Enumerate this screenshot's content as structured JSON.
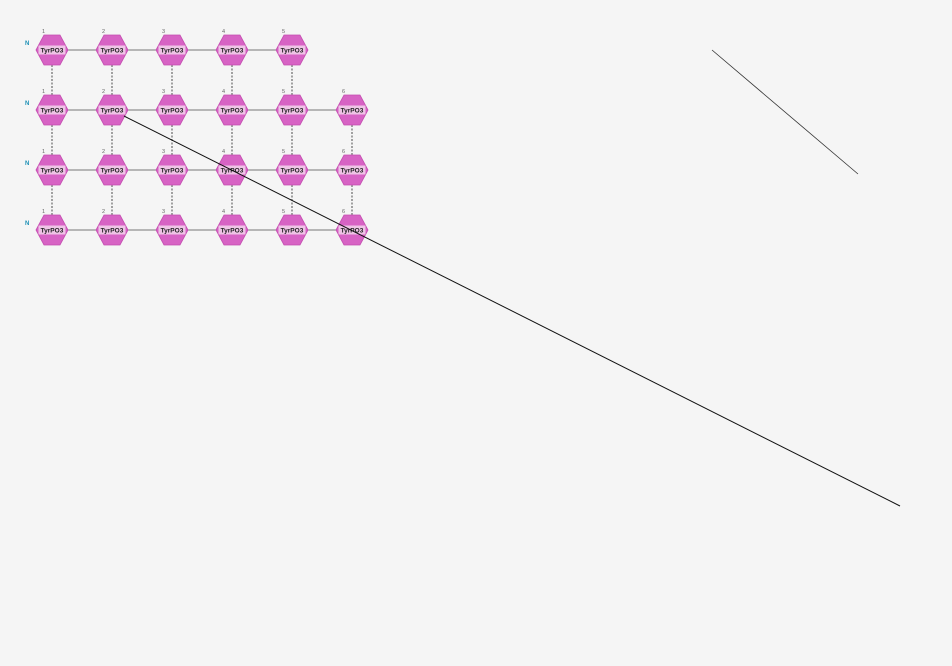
{
  "diagram": {
    "colors": {
      "background": "#f5f5f5",
      "hex_fill": "#d763c4",
      "hex_stroke": "#c44db0",
      "label_band": "#efc3e6",
      "bond_line": "#777777",
      "link_dashed": "#222222",
      "terminus_label": "#1a8fb5"
    },
    "chains": [
      {
        "terminus_label": "N",
        "residues": [
          {
            "index": "1",
            "label": "TyrPO3"
          },
          {
            "index": "2",
            "label": "TyrPO3"
          },
          {
            "index": "3",
            "label": "TyrPO3"
          },
          {
            "index": "4",
            "label": "TyrPO3"
          },
          {
            "index": "5",
            "label": "TyrPO3"
          }
        ]
      },
      {
        "terminus_label": "N",
        "residues": [
          {
            "index": "1",
            "label": "TyrPO3"
          },
          {
            "index": "2",
            "label": "TyrPO3"
          },
          {
            "index": "3",
            "label": "TyrPO3"
          },
          {
            "index": "4",
            "label": "TyrPO3"
          },
          {
            "index": "5",
            "label": "TyrPO3"
          },
          {
            "index": "6",
            "label": "TyrPO3"
          }
        ]
      },
      {
        "terminus_label": "N",
        "residues": [
          {
            "index": "1",
            "label": "TyrPO3"
          },
          {
            "index": "2",
            "label": "TyrPO3"
          },
          {
            "index": "3",
            "label": "TyrPO3"
          },
          {
            "index": "4",
            "label": "TyrPO3"
          },
          {
            "index": "5",
            "label": "TyrPO3"
          },
          {
            "index": "6",
            "label": "TyrPO3"
          }
        ]
      },
      {
        "terminus_label": "N",
        "residues": [
          {
            "index": "1",
            "label": "TyrPO3"
          },
          {
            "index": "2",
            "label": "TyrPO3"
          },
          {
            "index": "3",
            "label": "TyrPO3"
          },
          {
            "index": "4",
            "label": "TyrPO3"
          },
          {
            "index": "5",
            "label": "TyrPO3"
          },
          {
            "index": "6",
            "label": "TyrPO3"
          }
        ]
      }
    ],
    "cross_links": [
      {
        "from_chain": 0,
        "to_chain": 1,
        "positions": [
          1,
          2,
          3,
          4,
          5
        ]
      },
      {
        "from_chain": 1,
        "to_chain": 2,
        "positions": [
          1,
          2,
          3,
          4,
          5,
          6
        ]
      },
      {
        "from_chain": 2,
        "to_chain": 3,
        "positions": [
          1,
          2,
          3,
          4,
          5,
          6
        ]
      }
    ]
  }
}
